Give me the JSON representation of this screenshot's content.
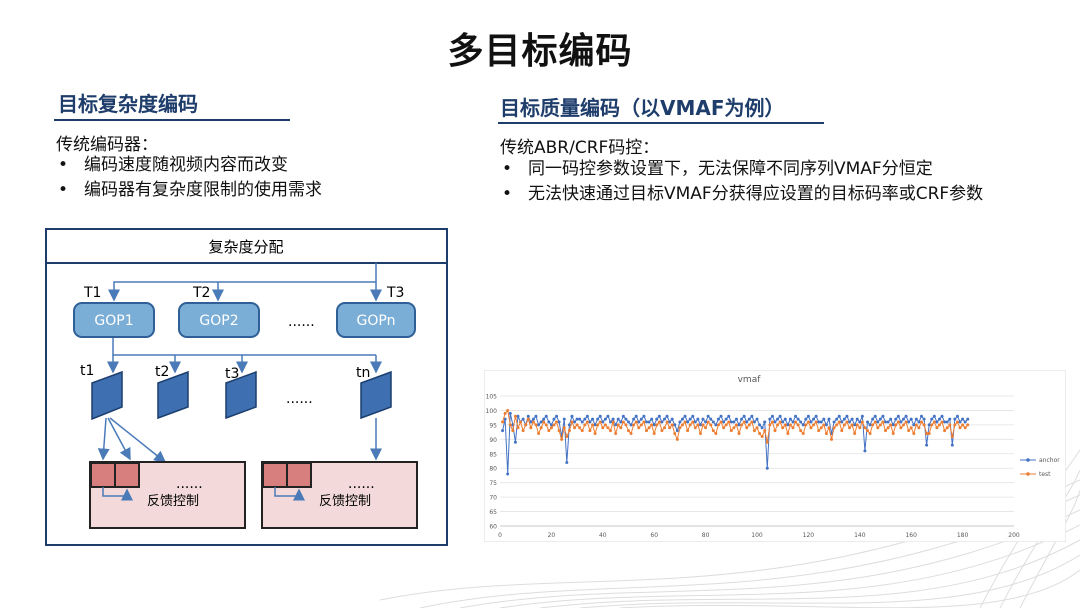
{
  "title": "多目标编码",
  "left": {
    "heading": "目标复杂度编码",
    "subtitle": "传统编码器：",
    "bullets": [
      "编码速度随视频内容而改变",
      "编码器有复杂度限制的使用需求"
    ]
  },
  "right": {
    "heading": "目标质量编码（以VMAF为例）",
    "subtitle": "传统ABR/CRF码控：",
    "bullets": [
      "同一码控参数设置下，无法保障不同序列VMAF分恒定",
      "无法快速通过目标VMAF分获得应设置的目标码率或CRF参数"
    ]
  },
  "diagram": {
    "header": "复杂度分配",
    "targets": [
      "T1",
      "T2",
      "T3"
    ],
    "gops": [
      "GOP1",
      "GOP2",
      "GOPn"
    ],
    "gop_ellipsis": "......",
    "frames": [
      "t1",
      "t2",
      "t3",
      "tn"
    ],
    "frame_ellipsis": "......",
    "feedback_label": "反馈控制",
    "feedback_ellipsis": "......"
  },
  "colors": {
    "heading": "#1f3d6b",
    "gop": "#7aaed6",
    "frame": "#3d6fb1",
    "feedback_bg": "#f3d9d9",
    "cell": "#d77f7f",
    "anchor": "#4472c4",
    "test": "#ed7d31"
  },
  "chart_data": {
    "type": "line",
    "title": "vmaf",
    "xlim": [
      0,
      200
    ],
    "ylim": [
      60,
      105
    ],
    "xticks": [
      0,
      20,
      40,
      60,
      80,
      100,
      120,
      140,
      160,
      180,
      200
    ],
    "yticks": [
      60,
      65,
      70,
      75,
      80,
      85,
      90,
      95,
      100,
      105
    ],
    "legend_position": "right",
    "series": [
      {
        "name": "anchor",
        "color": "#4472c4",
        "values": [
          93,
          97,
          78,
          99,
          95,
          89,
          98,
          96,
          97,
          95,
          98,
          96,
          97,
          98,
          95,
          96,
          97,
          98,
          96,
          95,
          97,
          98,
          96,
          91,
          97,
          82,
          95,
          98,
          96,
          97,
          97,
          96,
          97,
          98,
          96,
          97,
          95,
          97,
          98,
          96,
          97,
          98,
          96,
          97,
          95,
          97,
          96,
          98,
          97,
          96,
          95,
          97,
          98,
          96,
          97,
          98,
          96,
          96,
          97,
          95,
          97,
          98,
          96,
          97,
          98,
          96,
          97,
          95,
          93,
          96,
          97,
          98,
          96,
          97,
          98,
          96,
          97,
          95,
          97,
          96,
          98,
          97,
          96,
          95,
          97,
          98,
          96,
          97,
          98,
          96,
          96,
          97,
          95,
          97,
          98,
          96,
          97,
          98,
          96,
          97,
          95,
          94,
          96,
          80,
          97,
          98,
          96,
          97,
          98,
          96,
          97,
          95,
          97,
          96,
          98,
          97,
          96,
          95,
          97,
          98,
          96,
          97,
          98,
          96,
          96,
          97,
          95,
          97,
          92,
          96,
          97,
          98,
          96,
          97,
          98,
          96,
          97,
          95,
          97,
          96,
          98,
          86,
          96,
          95,
          97,
          98,
          96,
          97,
          98,
          96,
          96,
          97,
          95,
          97,
          98,
          96,
          97,
          98,
          96,
          97,
          95,
          97,
          96,
          98,
          97,
          88,
          95,
          97,
          98,
          96,
          97,
          98,
          96,
          96,
          97,
          88,
          97,
          98,
          96,
          97,
          96,
          97
        ]
      },
      {
        "name": "test",
        "color": "#ed7d31",
        "values": [
          96,
          99,
          100,
          95,
          93,
          98,
          94,
          96,
          93,
          95,
          97,
          94,
          96,
          95,
          92,
          94,
          96,
          95,
          93,
          94,
          95,
          96,
          93,
          90,
          94,
          91,
          93,
          96,
          94,
          95,
          94,
          93,
          95,
          96,
          93,
          95,
          92,
          95,
          96,
          94,
          95,
          94,
          93,
          96,
          92,
          95,
          94,
          96,
          95,
          93,
          92,
          95,
          96,
          94,
          95,
          96,
          93,
          94,
          95,
          92,
          95,
          96,
          93,
          94,
          96,
          94,
          95,
          92,
          90,
          94,
          95,
          96,
          93,
          95,
          96,
          94,
          95,
          92,
          95,
          94,
          96,
          95,
          93,
          92,
          95,
          96,
          94,
          95,
          96,
          93,
          94,
          95,
          92,
          95,
          96,
          94,
          95,
          96,
          93,
          94,
          92,
          91,
          93,
          89,
          95,
          96,
          93,
          95,
          96,
          94,
          95,
          92,
          95,
          94,
          96,
          95,
          93,
          92,
          95,
          96,
          94,
          95,
          96,
          93,
          94,
          95,
          92,
          94,
          90,
          94,
          95,
          96,
          93,
          95,
          96,
          94,
          95,
          92,
          95,
          94,
          96,
          94,
          93,
          92,
          95,
          96,
          94,
          95,
          96,
          93,
          94,
          95,
          92,
          95,
          96,
          94,
          95,
          96,
          93,
          94,
          92,
          95,
          94,
          96,
          95,
          92,
          92,
          95,
          96,
          94,
          95,
          96,
          93,
          94,
          95,
          91,
          95,
          96,
          94,
          95,
          94,
          95
        ]
      }
    ]
  }
}
